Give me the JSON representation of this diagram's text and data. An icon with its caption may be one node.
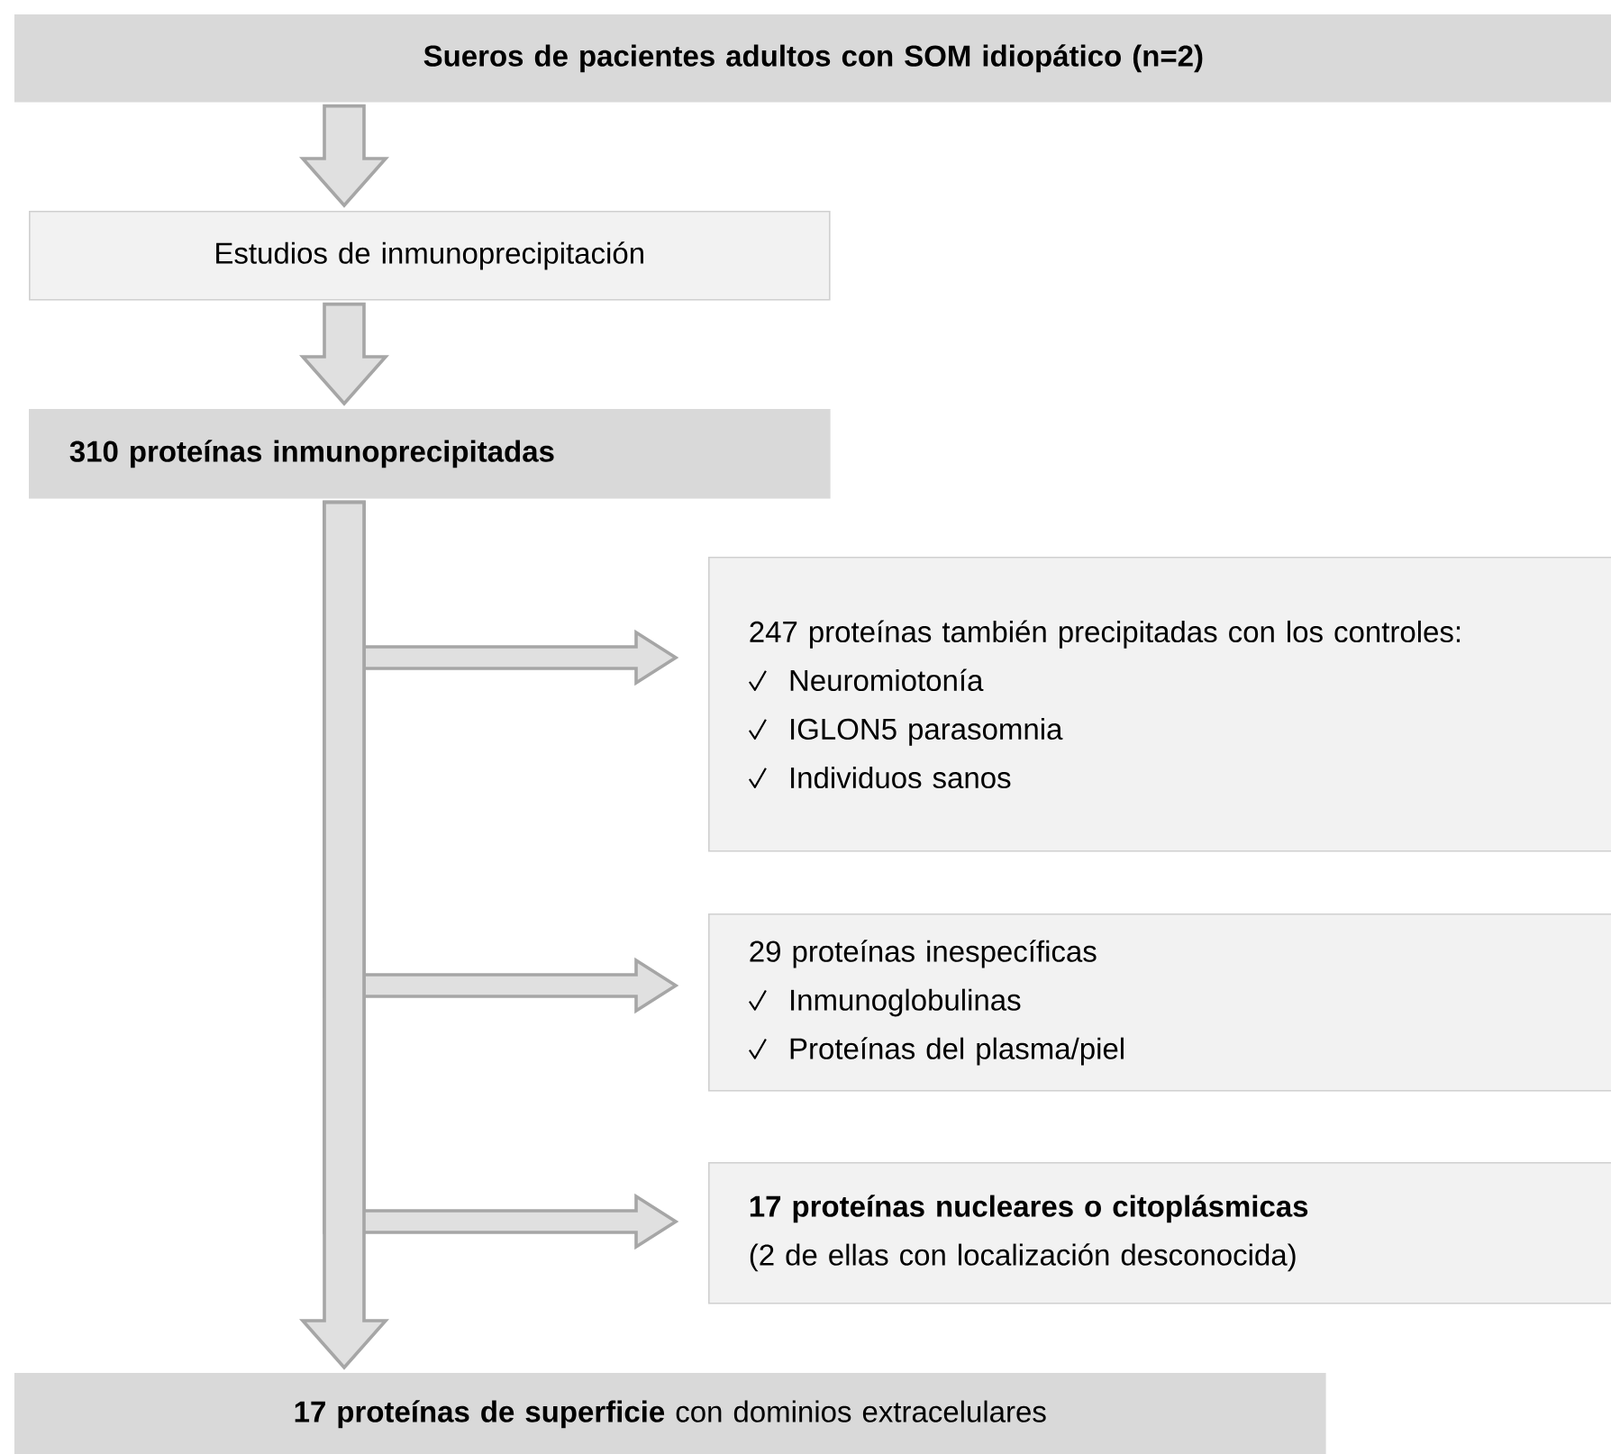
{
  "diagram": {
    "nodes": [
      {
        "text": [
          "Sueros de pacientes adultos con SOM idiopático (n=2)"
        ]
      },
      {
        "text": [
          "Estudios de inmunoprecipitación"
        ]
      },
      {
        "text": [
          "310 proteínas inmunoprecipitadas"
        ]
      },
      {
        "text": [
          "247 proteínas también precipitadas con los controles:",
          "Neuromiotonía",
          "IGLON5 parasomnia",
          "Individuos sanos"
        ]
      },
      {
        "text": [
          "29 proteínas inespecíficas",
          "Inmunoglobulinas",
          "Proteínas del plasma/piel"
        ]
      },
      {
        "text": [
          "17 proteínas nucleares o citoplásmicas",
          "(2 de ellas con localización desconocida)"
        ]
      },
      {
        "text": [
          "**17 proteínas de superficie** con dominios extracelulares"
        ]
      }
    ],
    "edges": [
      {
        "from": 0,
        "to": 1,
        "arrow": "to"
      },
      {
        "from": 1,
        "to": 2,
        "arrow": "to"
      },
      {
        "from": 2,
        "to": 6,
        "arrow": "to"
      },
      {
        "from": 2,
        "to": 3,
        "arrow": "to"
      },
      {
        "from": 2,
        "to": 4,
        "arrow": "to"
      },
      {
        "from": 2,
        "to": 5,
        "arrow": "to"
      }
    ]
  }
}
